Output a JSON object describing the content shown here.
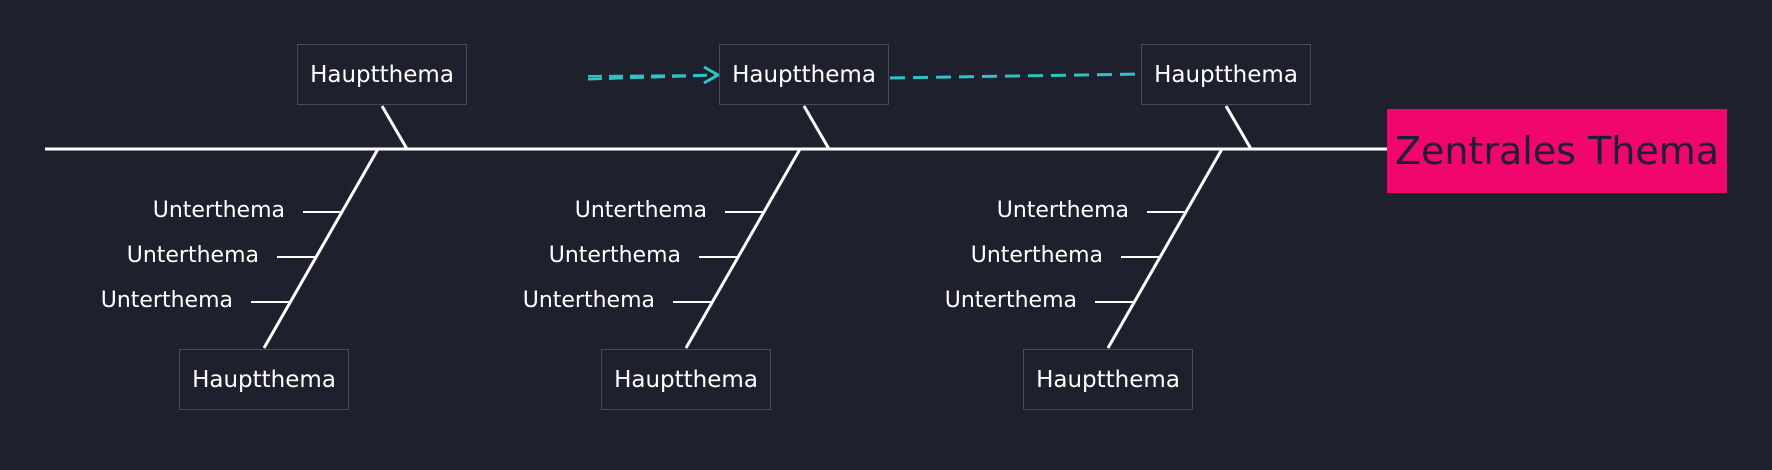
{
  "central_topic": "Zentrales Thema",
  "main_topics": {
    "top_left": "Hauptthema",
    "top_mid": "Hauptthema",
    "top_right": "Hauptthema",
    "bottom_left": "Hauptthema",
    "bottom_mid": "Hauptthema",
    "bottom_right": "Hauptthema"
  },
  "subtopics": {
    "left": [
      "Unterthema",
      "Unterthema",
      "Unterthema"
    ],
    "mid": [
      "Unterthema",
      "Unterthema",
      "Unterthema"
    ],
    "right": [
      "Unterthema",
      "Unterthema",
      "Unterthema"
    ]
  },
  "colors": {
    "background": "#1e202d",
    "spine": "#ffffff",
    "central_fill": "#f0066e",
    "relationship": "#2ec4c4"
  }
}
